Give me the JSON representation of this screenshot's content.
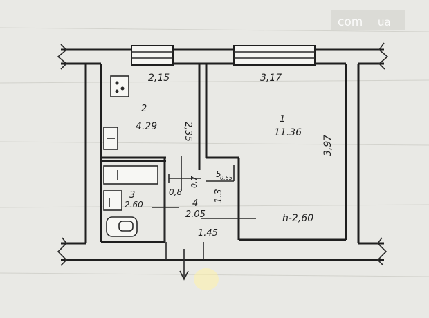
{
  "watermark": {
    "text": "com",
    "suffix": "ua"
  },
  "rooms": [
    {
      "id": "2",
      "area": "4.29"
    },
    {
      "id": "1",
      "area": "11.36"
    },
    {
      "id": "3",
      "area": "2.60"
    },
    {
      "id": "4",
      "area": "2.05"
    },
    {
      "id": "5",
      "area": "0.65"
    }
  ],
  "dimensions": {
    "kitchen_width": "2,15",
    "kitchen_depth": "2,35",
    "room_width": "3,17",
    "room_depth": "3,97",
    "hall_width": "1.45",
    "hall_depth": "1.3",
    "door_width": "0,8",
    "closet_door": "0,7",
    "ceiling_height": "h-2,60"
  }
}
